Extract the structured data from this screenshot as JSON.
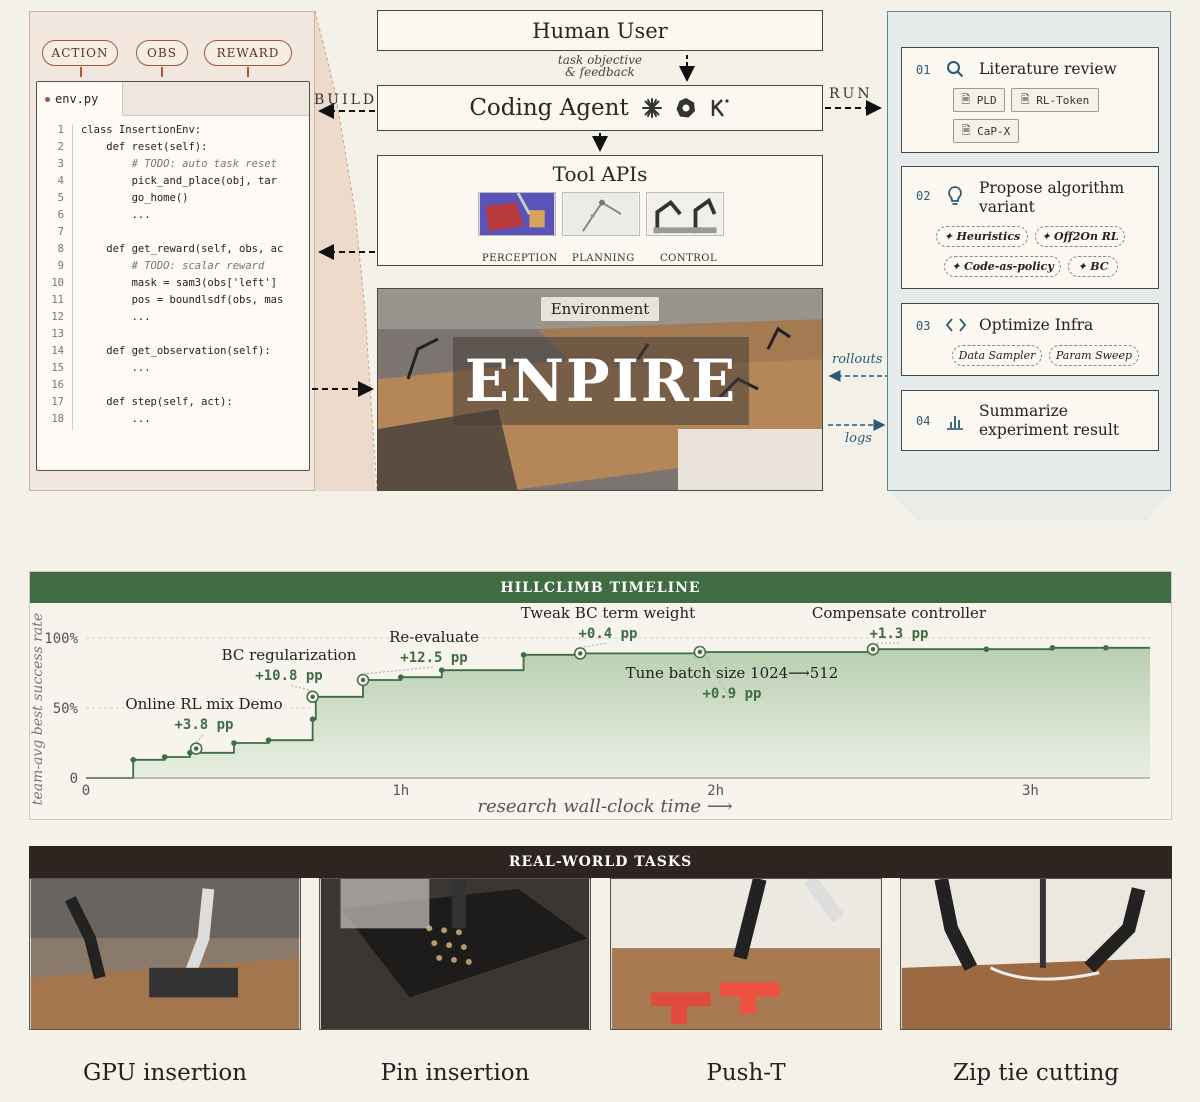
{
  "code_panel": {
    "pills": [
      "ACTION",
      "OBS",
      "REWARD"
    ],
    "file_tab": "env.py",
    "lines": [
      {
        "n": "1",
        "text": "class InsertionEnv:"
      },
      {
        "n": "2",
        "text": "    def reset(self):"
      },
      {
        "n": "3",
        "text": "        # TODO: auto task reset"
      },
      {
        "n": "4",
        "text": "        pick_and_place(obj, tar"
      },
      {
        "n": "5",
        "text": "        go_home()"
      },
      {
        "n": "6",
        "text": "        ..."
      },
      {
        "n": "7",
        "text": ""
      },
      {
        "n": "8",
        "text": "    def get_reward(self, obs, ac"
      },
      {
        "n": "9",
        "text": "        # TODO: scalar reward"
      },
      {
        "n": "10",
        "text": "        mask = sam3(obs['left']"
      },
      {
        "n": "11",
        "text": "        pos = boundlsdf(obs, mas"
      },
      {
        "n": "12",
        "text": "        ..."
      },
      {
        "n": "13",
        "text": ""
      },
      {
        "n": "14",
        "text": "    def get_observation(self):"
      },
      {
        "n": "15",
        "text": "        ..."
      },
      {
        "n": "16",
        "text": ""
      },
      {
        "n": "17",
        "text": "    def step(self, act):"
      },
      {
        "n": "18",
        "text": "        ..."
      }
    ]
  },
  "center": {
    "human_user": "Human User",
    "task_feedback_1": "task objective",
    "task_feedback_2": "& feedback",
    "coding_agent": "Coding Agent",
    "build_label": "BUILD",
    "run_label": "RUN",
    "tool_apis": "Tool APIs",
    "tool_captions": [
      "PERCEPTION",
      "PLANNING",
      "CONTROL"
    ],
    "environment_label": "Environment",
    "environment_title": "ENPIRE",
    "rollouts_label": "rollouts",
    "logs_label": "logs"
  },
  "research": {
    "steps": [
      {
        "num": "01",
        "icon": "search-icon",
        "title": "Literature review",
        "tags": [
          "PLD",
          "RL-Token",
          "CaP-X"
        ]
      },
      {
        "num": "02",
        "icon": "lightbulb-icon",
        "title": "Propose algorithm variant",
        "chips": [
          "Heuristics",
          "Off2On RL",
          "Code-as-policy",
          "BC"
        ]
      },
      {
        "num": "03",
        "icon": "code-icon",
        "title": "Optimize Infra",
        "chips": [
          "Data Sampler",
          "Param Sweep"
        ]
      },
      {
        "num": "04",
        "icon": "bar-chart-icon",
        "title": "Summarize experiment result"
      }
    ]
  },
  "chart_data": {
    "type": "line",
    "title": "HILLCLIMB TIMELINE",
    "xlabel": "research wall-clock time ⟶",
    "ylabel": "team-avg best success rate",
    "x_ticks": [
      "0",
      "1h",
      "2h",
      "3h"
    ],
    "y_ticks": [
      "0",
      "50%",
      "100%"
    ],
    "xlim": [
      0,
      3.38
    ],
    "ylim": [
      0,
      100
    ],
    "step_points": [
      {
        "x": 0.0,
        "y": 0
      },
      {
        "x": 0.15,
        "y": 0
      },
      {
        "x": 0.15,
        "y": 13
      },
      {
        "x": 0.25,
        "y": 13
      },
      {
        "x": 0.25,
        "y": 15
      },
      {
        "x": 0.33,
        "y": 15
      },
      {
        "x": 0.33,
        "y": 18
      },
      {
        "x": 0.47,
        "y": 18
      },
      {
        "x": 0.47,
        "y": 25
      },
      {
        "x": 0.58,
        "y": 25
      },
      {
        "x": 0.58,
        "y": 27
      },
      {
        "x": 0.72,
        "y": 27
      },
      {
        "x": 0.72,
        "y": 42
      },
      {
        "x": 0.73,
        "y": 42
      },
      {
        "x": 0.73,
        "y": 58
      },
      {
        "x": 0.88,
        "y": 58
      },
      {
        "x": 0.88,
        "y": 70
      },
      {
        "x": 1.0,
        "y": 70
      },
      {
        "x": 1.0,
        "y": 72
      },
      {
        "x": 1.13,
        "y": 72
      },
      {
        "x": 1.13,
        "y": 77
      },
      {
        "x": 1.39,
        "y": 77
      },
      {
        "x": 1.39,
        "y": 88
      },
      {
        "x": 1.57,
        "y": 88
      },
      {
        "x": 1.57,
        "y": 89
      },
      {
        "x": 1.95,
        "y": 89
      },
      {
        "x": 1.95,
        "y": 90
      },
      {
        "x": 2.5,
        "y": 90
      },
      {
        "x": 2.5,
        "y": 92
      },
      {
        "x": 3.07,
        "y": 92
      },
      {
        "x": 3.07,
        "y": 93
      },
      {
        "x": 3.38,
        "y": 93
      }
    ],
    "small_markers": [
      {
        "x": 0.15,
        "y": 13
      },
      {
        "x": 0.25,
        "y": 15
      },
      {
        "x": 0.33,
        "y": 18
      },
      {
        "x": 0.47,
        "y": 25
      },
      {
        "x": 0.58,
        "y": 27
      },
      {
        "x": 0.72,
        "y": 42
      },
      {
        "x": 1.0,
        "y": 72
      },
      {
        "x": 1.13,
        "y": 77
      },
      {
        "x": 1.39,
        "y": 88
      },
      {
        "x": 2.86,
        "y": 92
      },
      {
        "x": 3.07,
        "y": 93
      },
      {
        "x": 3.24,
        "y": 93
      }
    ],
    "milestones": [
      {
        "label": "Online RL mix Demo",
        "delta": "+3.8 pp",
        "x": 0.35,
        "y": 21
      },
      {
        "label": "BC regularization",
        "delta": "+10.8 pp",
        "x": 0.72,
        "y": 58
      },
      {
        "label": "Re-evaluate",
        "delta": "+12.5 pp",
        "x": 0.88,
        "y": 70
      },
      {
        "label": "Tweak BC term weight",
        "delta": "+0.4 pp",
        "x": 1.57,
        "y": 89
      },
      {
        "label": "Tune batch size 1024⟶512",
        "delta": "+0.9 pp",
        "x": 1.95,
        "y": 90
      },
      {
        "label": "Compensate controller",
        "delta": "+1.3 pp",
        "x": 2.5,
        "y": 92
      }
    ],
    "colors": {
      "line": "#3f6c43",
      "fill": "#b9cfb1",
      "grid": "#d6d0c6"
    }
  },
  "tasks": {
    "header": "REAL-WORLD TASKS",
    "items": [
      "GPU insertion",
      "Pin insertion",
      "Push-T",
      "Zip tie cutting"
    ]
  }
}
